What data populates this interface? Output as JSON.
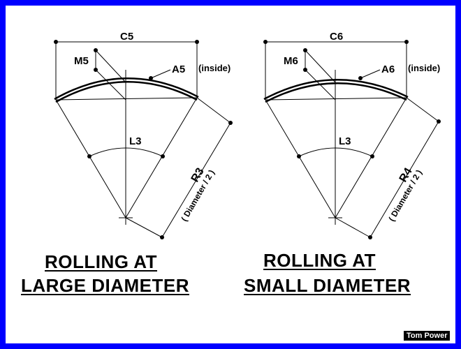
{
  "left_diagram": {
    "chord_label": "C5",
    "sagitta_label": "M5",
    "arc_label": "A5",
    "arc_note": "(inside)",
    "angle_label": "L3",
    "radius_label": "R3",
    "radius_note": "( Diameter / 2 )",
    "caption_line1": "ROLLING AT",
    "caption_line2": "LARGE DIAMETER"
  },
  "right_diagram": {
    "chord_label": "C6",
    "sagitta_label": "M6",
    "arc_label": "A6",
    "arc_note": "(inside)",
    "angle_label": "L3",
    "radius_label": "R4",
    "radius_note": "( Diameter / 2 )",
    "caption_line1": "ROLLING AT",
    "caption_line2": "SMALL DIAMETER"
  },
  "credit": "Tom Power",
  "colors": {
    "border": "#0000ff",
    "background": "#ffffff",
    "ink": "#000000"
  }
}
